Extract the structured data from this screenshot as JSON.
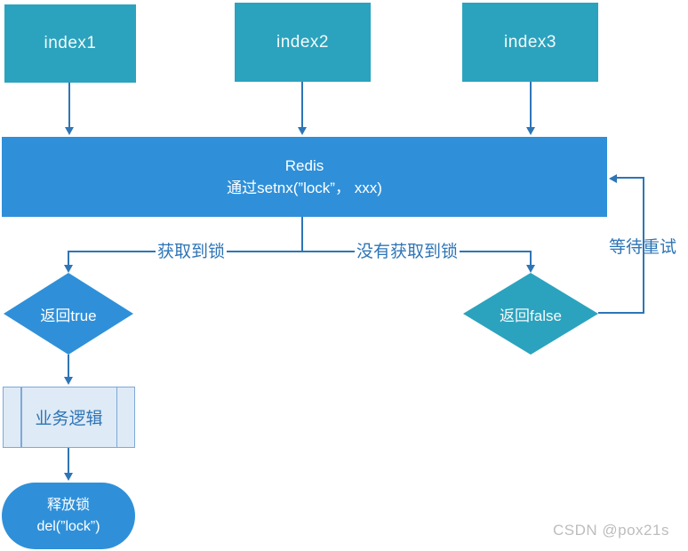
{
  "diagram": {
    "nodes": {
      "index1": {
        "label": "index1"
      },
      "index2": {
        "label": "index2"
      },
      "index3": {
        "label": "index3"
      },
      "redis": {
        "title": "Redis",
        "subtitle": "通过setnx(”lock”， xxx)"
      },
      "return_true": {
        "label": "返回true"
      },
      "return_false": {
        "label": "返回false"
      },
      "business_logic": {
        "label": "业务逻辑"
      },
      "release_lock": {
        "line1": "释放锁",
        "line2": "del(”lock”)"
      }
    },
    "edge_labels": {
      "acquired": "获取到锁",
      "not_acquired": "没有获取到锁",
      "wait_retry": "等待重试"
    },
    "colors": {
      "teal": "#2BA3BE",
      "blue": "#2F90D9",
      "connector": "#2E75B6",
      "process_fill": "#DEEAF6",
      "process_border": "#7FA8D8",
      "watermark": "#BDBDBD"
    }
  },
  "watermark": {
    "text": "CSDN @pox21s"
  }
}
